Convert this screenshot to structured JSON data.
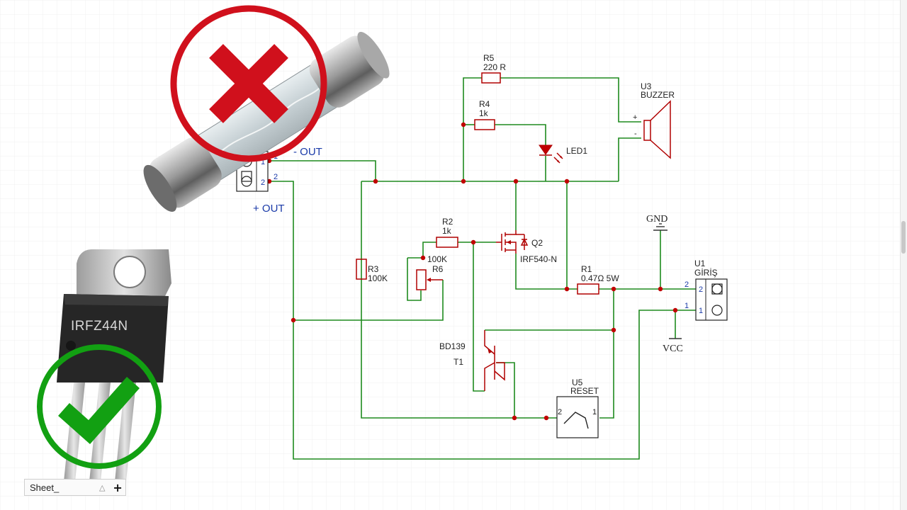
{
  "labels": {
    "out_minus": "- OUT",
    "out_plus": "+ OUT",
    "r5_ref": "R5",
    "r5_val": "220 R",
    "r4_ref": "R4",
    "r4_val": "1k",
    "u3_ref": "U3",
    "u3_val": "BUZZER",
    "buzzer_plus": "+",
    "buzzer_minus": "-",
    "led1": "LED1",
    "r2_ref": "R2",
    "r2_val": "1k",
    "q2_ref": "Q2",
    "q2_val": "IRF540-N",
    "r3_ref": "R3",
    "r3_val": "100K",
    "r6_val": "100K",
    "r6_ref": "R6",
    "gnd": "GND",
    "u1_ref": "U1",
    "u1_val": "GİRİŞ",
    "r1_ref": "R1",
    "r1_val": "0.47Ω 5W",
    "vcc": "VCC",
    "t1_val": "BD139",
    "t1_ref": "T1",
    "u5_ref": "U5",
    "u5_val": "RESET",
    "pin_1": "1",
    "pin_2": "2",
    "chip_marking": "IRFZ44N"
  },
  "sheet": {
    "tab_label": "Sheet_",
    "scroll_icon": "chevron-up-icon",
    "add_icon": "plus-icon"
  },
  "colors": {
    "wire": "#1e8a1e",
    "component": "#b00000",
    "pin_text": "#1a3aa8",
    "cross": "#d0101c",
    "check": "#12a012"
  }
}
